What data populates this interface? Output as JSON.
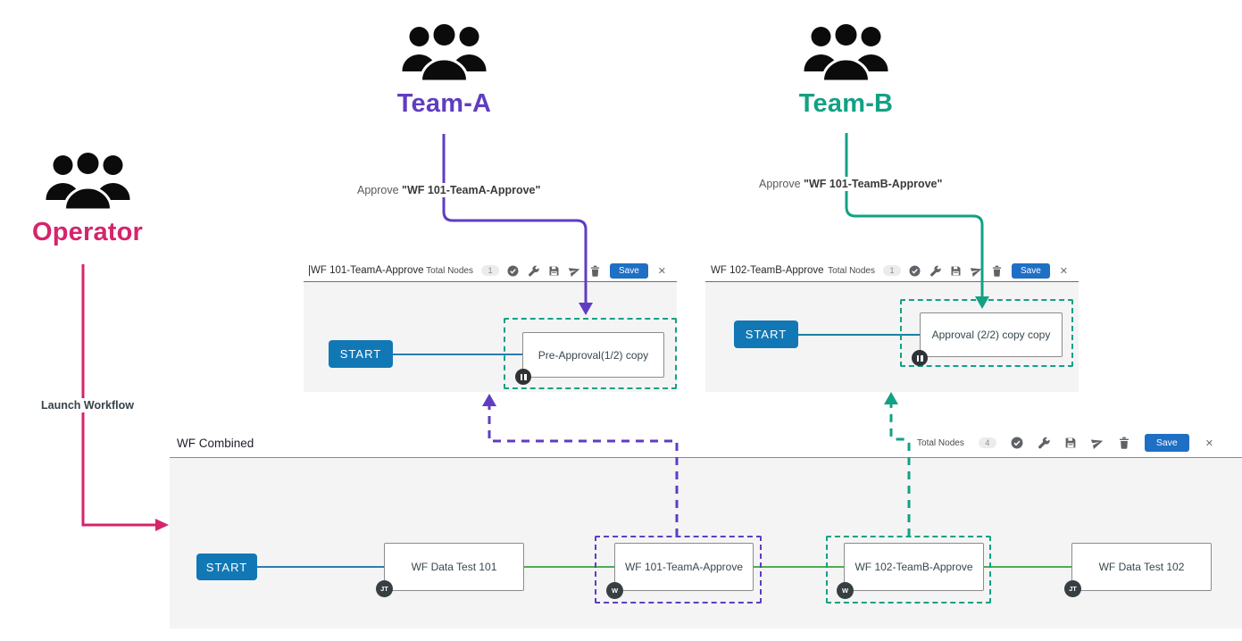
{
  "actors": {
    "operator": {
      "label": "Operator",
      "color": "#d6246c",
      "icon": "users-group-icon"
    },
    "team_a": {
      "label": "Team-A",
      "color": "#5f3dc0",
      "icon": "users-group-icon"
    },
    "team_b": {
      "label": "Team-B",
      "color": "#12a184",
      "icon": "users-group-icon"
    }
  },
  "annotations": {
    "launch_workflow": "Launch Workflow",
    "approve_a_prefix": "Approve ",
    "approve_a_target": "\"WF 101-TeamA-Approve\"",
    "approve_b_prefix": "Approve ",
    "approve_b_target": "\"WF 101-TeamB-Approve\""
  },
  "panels": {
    "wf101": {
      "title": "WF 101-TeamA-Approve",
      "toolbar": {
        "total_nodes_label": "Total Nodes",
        "total_nodes_count": "1",
        "icons": [
          "check-circle-icon",
          "wrench-icon",
          "floppy-disk-icon",
          "paper-plane-icon",
          "trash-icon"
        ],
        "save_label": "Save",
        "close_label": "✕"
      },
      "start_label": "START",
      "node": {
        "label": "Pre-Approval(1/2) copy",
        "status_icon": "pause-icon",
        "highlight": "#12a184"
      }
    },
    "wf102": {
      "title": "WF 102-TeamB-Approve",
      "toolbar": {
        "total_nodes_label": "Total Nodes",
        "total_nodes_count": "1",
        "icons": [
          "check-circle-icon",
          "wrench-icon",
          "floppy-disk-icon",
          "paper-plane-icon",
          "trash-icon"
        ],
        "save_label": "Save",
        "close_label": "✕"
      },
      "start_label": "START",
      "node": {
        "label": "Approval (2/2) copy copy",
        "status_icon": "pause-icon",
        "highlight": "#12a184"
      }
    },
    "combined": {
      "title": "WF Combined",
      "toolbar": {
        "total_nodes_label": "Total Nodes",
        "total_nodes_count": "4",
        "icons": [
          "check-circle-icon",
          "wrench-icon",
          "floppy-disk-icon",
          "paper-plane-icon",
          "trash-icon"
        ],
        "save_label": "Save",
        "close_label": "✕"
      },
      "start_label": "START",
      "nodes": [
        {
          "label": "WF Data Test 101",
          "badge": "JT"
        },
        {
          "label": "WF 101-TeamA-Approve",
          "badge": "W",
          "highlight": "#5f3dc0"
        },
        {
          "label": "WF 102-TeamB-Approve",
          "badge": "W",
          "highlight": "#12a184"
        },
        {
          "label": "WF Data Test 102",
          "badge": "JT"
        }
      ]
    }
  },
  "connectors": {
    "operator_launch": {
      "color": "#d6246c",
      "style": "solid",
      "target": "WF Combined"
    },
    "team_a_approve": {
      "color": "#5f3dc0",
      "style": "solid",
      "target": "Pre-Approval(1/2) copy"
    },
    "team_b_approve": {
      "color": "#12a184",
      "style": "solid",
      "target": "Approval (2/2) copy copy"
    },
    "combined_to_wf101": {
      "color": "#5f3dc0",
      "style": "dashed"
    },
    "combined_to_wf102": {
      "color": "#12a184",
      "style": "dashed"
    }
  }
}
